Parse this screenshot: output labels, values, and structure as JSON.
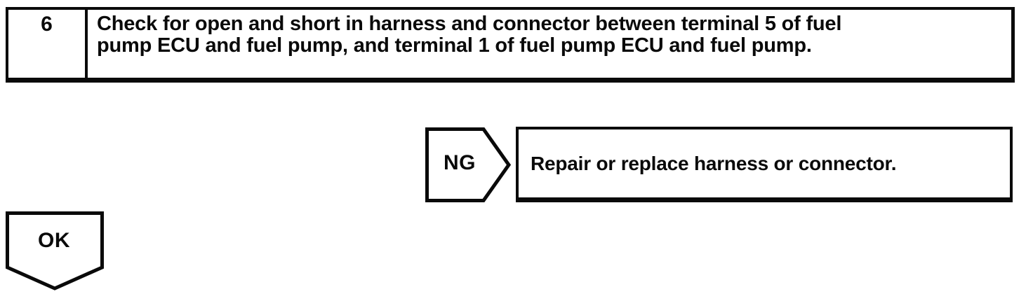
{
  "page": {
    "background_color": "#ffffff",
    "ink_color": "#0a0a0a",
    "kind": "troubleshooting-flowchart"
  },
  "step_box": {
    "number": "6",
    "instruction": "Check for open and short in harness and connector between terminal 5 of fuel pump ECU and fuel pump, and terminal 1 of fuel pump ECU and fuel pump.",
    "instruction_lines": [
      "Check for open and short in harness and connector between terminal 5 of fuel",
      "pump ECU and fuel pump, and terminal 1 of fuel pump ECU and fuel pump."
    ]
  },
  "ng_branch": {
    "label": "NG",
    "action": "Repair or replace harness or connector."
  },
  "ok_branch": {
    "label": "OK"
  }
}
